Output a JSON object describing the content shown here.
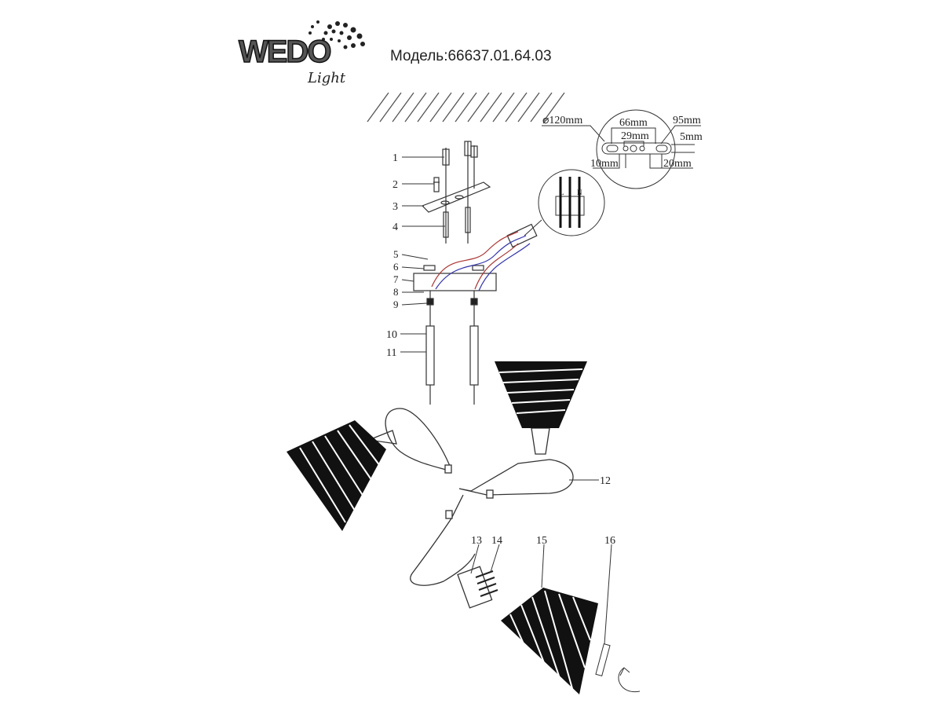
{
  "brand": {
    "logo_text": "WEDO",
    "logo_sub": "Light"
  },
  "model_label": "Модель:66637.01.64.03",
  "dimensions": {
    "diameter": "⌀120mm",
    "d66": "66mm",
    "d29": "29mm",
    "d95": "95mm",
    "d5": "5mm",
    "d10": "10mm",
    "d20": "20mm"
  },
  "terminal": {
    "l": "L",
    "n": "N"
  },
  "parts": [
    "1",
    "2",
    "3",
    "4",
    "5",
    "6",
    "7",
    "8",
    "9",
    "10",
    "11",
    "12",
    "13",
    "14",
    "15",
    "16"
  ]
}
